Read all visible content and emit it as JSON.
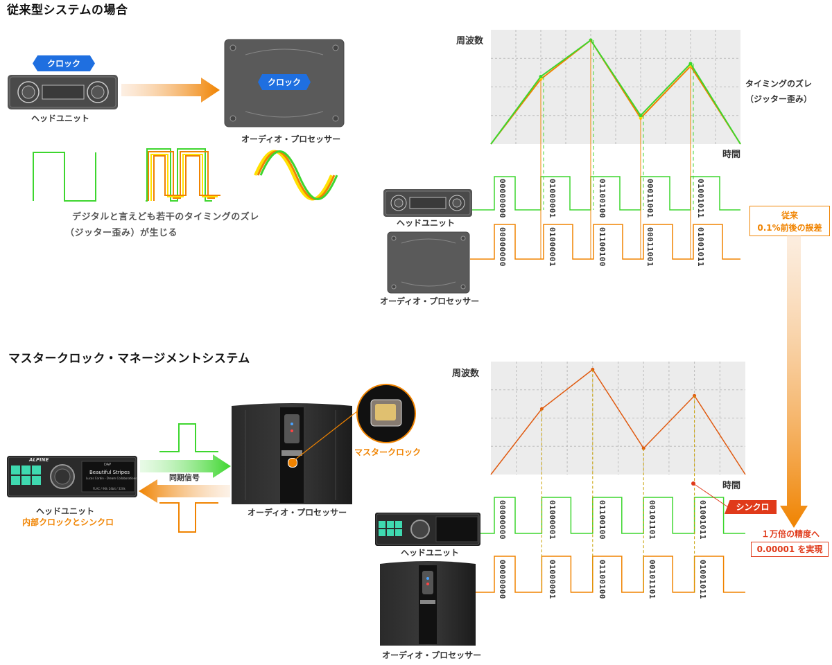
{
  "section1": {
    "title": "従来型システムの場合",
    "clock_badge": "クロック",
    "head_unit": "ヘッドユニット",
    "processor": "オーディオ・プロセッサー",
    "jitter_desc_1": "デジタルと言えども若干のタイミングのズレ",
    "jitter_desc_2": "（ジッター歪み）が生じる"
  },
  "chart1": {
    "y_label": "周波数",
    "x_label": "時間",
    "annotation_1": "タイミングのズレ",
    "annotation_2": "（ジッター歪み）",
    "head_unit": "ヘッドユニット",
    "processor": "オーディオ・プロセッサー",
    "error_1": "従来",
    "error_2": "0.1%前後の誤差"
  },
  "chart_data": [
    {
      "type": "line",
      "x": [
        0,
        1,
        2,
        3,
        4,
        5
      ],
      "series": [
        {
          "values": [
            0,
            2.5,
            4,
            1,
            3,
            0
          ]
        },
        {
          "values": [
            0,
            2.6,
            4,
            1.1,
            3.1,
            0
          ]
        }
      ],
      "grid": true,
      "bit_words": [
        "00000000",
        "01000001",
        "01100100",
        "00011001",
        "01001011"
      ]
    },
    {
      "type": "line",
      "x": [
        0,
        1,
        2,
        3,
        4,
        5
      ],
      "series": [
        {
          "values": [
            0,
            2.5,
            4,
            1,
            3,
            0
          ]
        }
      ],
      "grid": true,
      "bit_words": [
        "00000000",
        "01000001",
        "01100100",
        "00101101",
        "01001011"
      ]
    }
  ],
  "section2": {
    "title": "マスタークロック・マネージメントシステム",
    "head_unit": "ヘッドユニット",
    "internal_sync": "内部クロックとシンクロ",
    "sync_signal": "同期信号",
    "processor": "オーディオ・プロセッサー",
    "master_clock": "マスタークロック",
    "device_brand": "ALPINE",
    "screen_title": "Beautiful Stripes",
    "screen_subtitle": "Lucas Corbin - Dream Collaborations",
    "screen_info": "FLAC / 96k 24bit / 320k",
    "screen_tab": "DAP"
  },
  "chart2": {
    "y_label": "周波数",
    "x_label": "時間",
    "sync_badge": "シンクロ",
    "head_unit": "ヘッドユニット",
    "processor": "オーディオ・プロセッサー"
  },
  "result": {
    "precision": "１万倍の精度へ",
    "value": "0.00001 を実現"
  },
  "colors": {
    "green": "#3dd62e",
    "orange": "#f08300",
    "red_orange": "#e05a10",
    "blue": "#1f6fe0",
    "red": "#e03a1a"
  }
}
